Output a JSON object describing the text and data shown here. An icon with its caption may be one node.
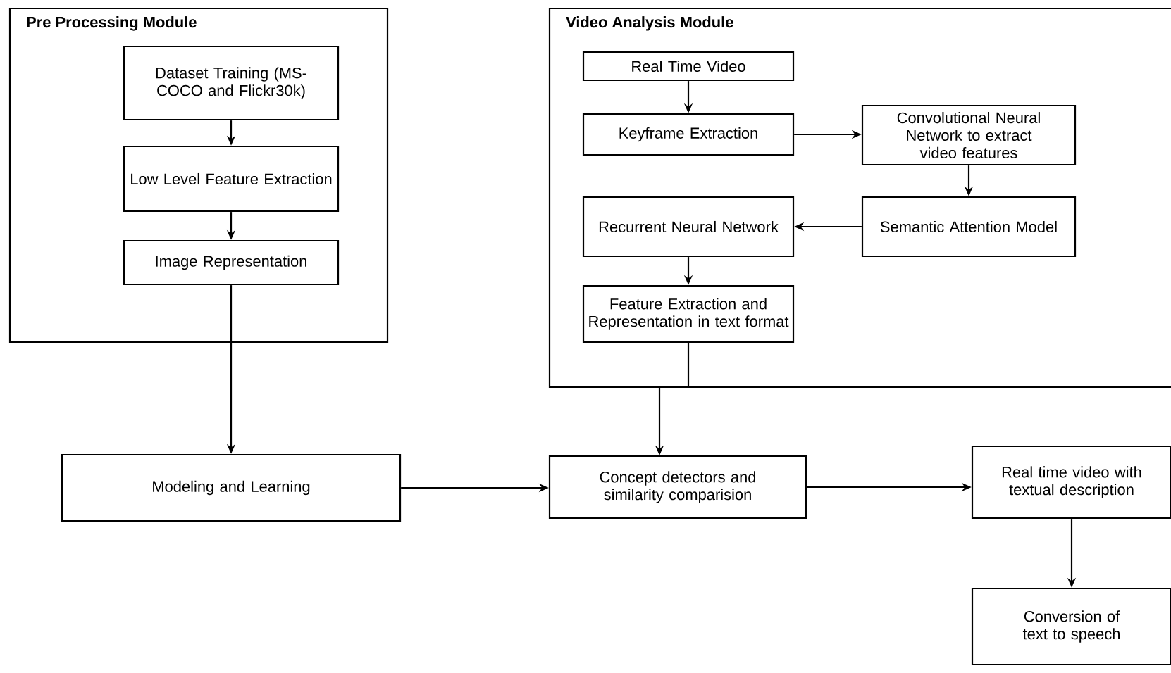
{
  "diagram": {
    "nodes": [
      {
        "text": [
          "Pre Processing Module"
        ]
      },
      {
        "text": [
          "Dataset Training (MS-COCO and Flickr30k)"
        ],
        "in": 0
      },
      {
        "text": [
          "Low Level Feature Extraction"
        ],
        "in": 0
      },
      {
        "text": [
          "Image Representation"
        ],
        "in": 0
      },
      {
        "text": [
          "Video Analysis Module"
        ]
      },
      {
        "text": [
          "Real Time Video"
        ],
        "in": 4
      },
      {
        "text": [
          "Keyframe Extraction"
        ],
        "in": 4
      },
      {
        "text": [
          "Convolutional Neural Network to extract video features"
        ],
        "in": 4
      },
      {
        "text": [
          "Recurrent Neural Network"
        ],
        "in": 4
      },
      {
        "text": [
          "Semantic Attention Model"
        ],
        "in": 4
      },
      {
        "text": [
          "Feature Extraction and Representation in text format"
        ],
        "in": 4
      },
      {
        "text": [
          "Modeling and Learning"
        ]
      },
      {
        "text": [
          "Concept detectors and similarity comparision"
        ]
      },
      {
        "text": [
          "Real time video with textual description"
        ]
      },
      {
        "text": [
          "Conversion of text to speech"
        ]
      }
    ],
    "edges": [
      {
        "from": 1,
        "to": 2,
        "arrow": "to"
      },
      {
        "from": 2,
        "to": 3,
        "arrow": "to"
      },
      {
        "from": 3,
        "to": 11,
        "arrow": "to"
      },
      {
        "from": 5,
        "to": 6,
        "arrow": "to"
      },
      {
        "from": 6,
        "to": 7,
        "arrow": "to"
      },
      {
        "from": 7,
        "to": 9,
        "arrow": "to"
      },
      {
        "from": 9,
        "to": 8,
        "arrow": "to"
      },
      {
        "from": 8,
        "to": 10,
        "arrow": "to"
      },
      {
        "from": 10,
        "to": 12,
        "arrow": "to"
      },
      {
        "from": 11,
        "to": 12,
        "arrow": "to"
      },
      {
        "from": 12,
        "to": 13,
        "arrow": "to"
      },
      {
        "from": 13,
        "to": 14,
        "arrow": "to"
      }
    ]
  }
}
